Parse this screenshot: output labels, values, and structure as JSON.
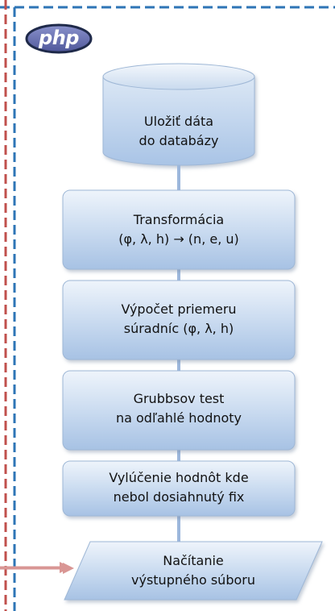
{
  "logo": {
    "text": "php"
  },
  "nodes": [
    {
      "id": "store-database",
      "shape": "cylinder",
      "lines": [
        "Uložiť dáta",
        "do databázy"
      ]
    },
    {
      "id": "transformation",
      "shape": "process",
      "lines": [
        "Transformácia",
        "(φ, λ, h) → (n, e, u)"
      ]
    },
    {
      "id": "average-computation",
      "shape": "process",
      "lines": [
        "Výpočet priemeru",
        "súradníc (φ, λ, h)"
      ]
    },
    {
      "id": "grubbs-test",
      "shape": "process",
      "lines": [
        "Grubbsov test",
        "na odľahlé hodnoty"
      ]
    },
    {
      "id": "exclude-no-fix",
      "shape": "process",
      "lines": [
        "Vylúčenie hodnôt kde",
        "nebol dosiahnutý fix"
      ]
    },
    {
      "id": "load-output-file",
      "shape": "data",
      "lines": [
        "Načítanie",
        "výstupného súboru"
      ]
    }
  ],
  "colors": {
    "border_blue": "#2e75b6",
    "border_red": "#c0504d",
    "node_fill_top": "#e9f1fa",
    "node_fill_bottom": "#a9c4e6",
    "node_stroke": "#9eb7d6",
    "connector": "#9cb7dc",
    "input_arrow": "#d99694",
    "php_fill": "#6c74b5",
    "php_stroke": "#1f2a4a"
  }
}
